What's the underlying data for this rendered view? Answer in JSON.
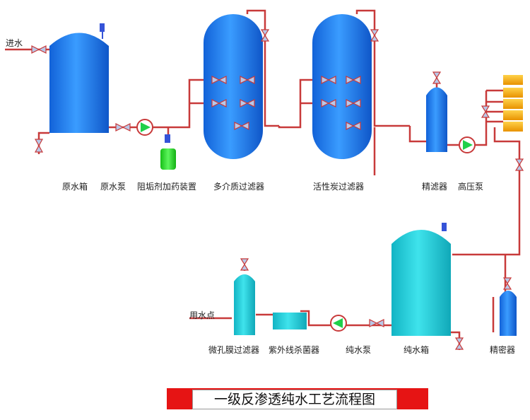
{
  "inlet_label": "进水",
  "outlet_label": "用水点",
  "title": "一级反渗透纯水工艺流程图",
  "equipment": {
    "raw_tank": "原水箱",
    "raw_pump": "原水泵",
    "dosing": "阻垢剂加药装置",
    "multimedia_filter": "多介质过滤器",
    "carbon_filter": "活性炭过滤器",
    "fine_filter": "精滤器",
    "hp_pump": "高压泵",
    "pure_tank": "纯水箱",
    "pure_pump": "纯水泵",
    "uv_sterilizer": "紫外线杀菌器",
    "micro_filter": "微孔膜过滤器",
    "precision_filter": "精密器"
  },
  "colors": {
    "pipe": "#c83a3a",
    "vessel_blue": "#1e7ef0",
    "vessel_cyan": "#22cdd8",
    "dosing_green": "#2ee62e",
    "pump_green": "#1fd04a",
    "membrane_orange": "#f4a800",
    "title_red": "#e61414"
  }
}
